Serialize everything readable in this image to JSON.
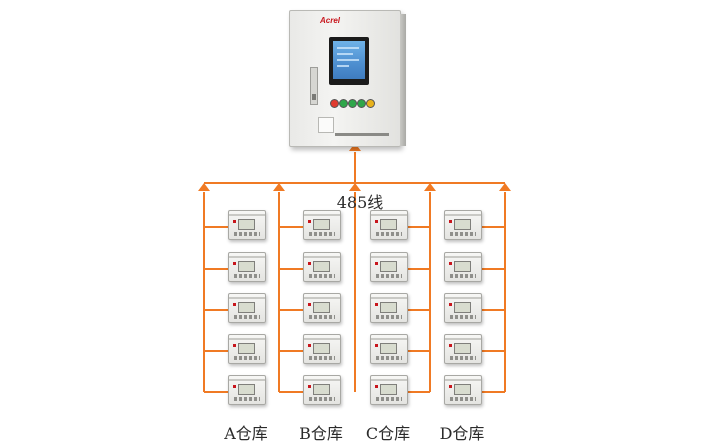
{
  "diagram": {
    "bus_label": "485线",
    "groups": [
      {
        "id": "A",
        "label": "A仓库",
        "meter_count": 5
      },
      {
        "id": "B",
        "label": "B仓库",
        "meter_count": 5
      },
      {
        "id": "C",
        "label": "C仓库",
        "meter_count": 5
      },
      {
        "id": "D",
        "label": "D仓库",
        "meter_count": 5
      }
    ],
    "controller": {
      "brand": "Acrel"
    },
    "colors": {
      "bus_line": "#f07a24",
      "brand": "#c8161d",
      "buttons": [
        "#e03b2f",
        "#2fa64a",
        "#2fa64a",
        "#2fa64a",
        "#e8b21c"
      ]
    }
  }
}
